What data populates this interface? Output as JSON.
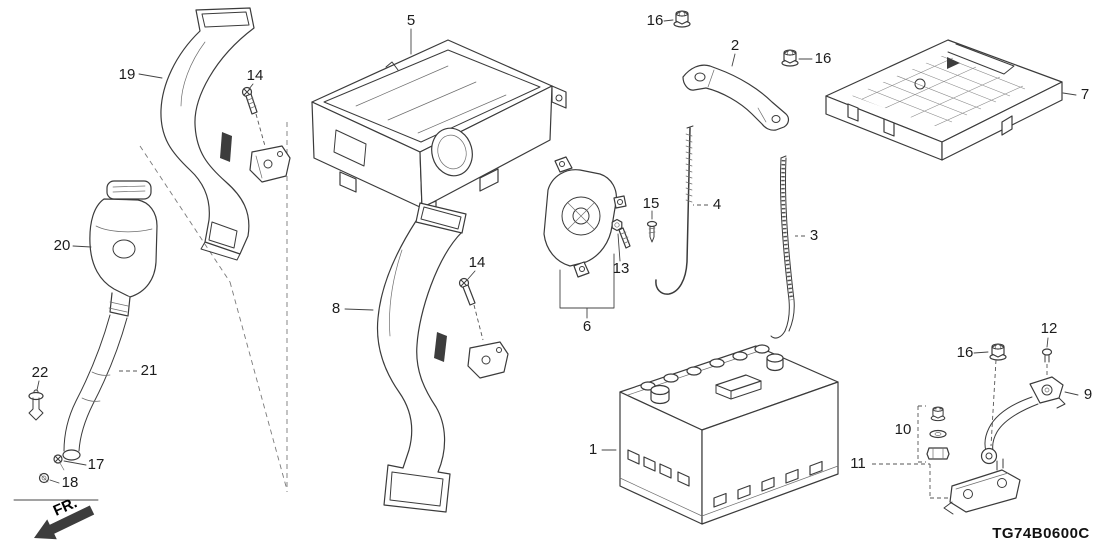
{
  "diagram": {
    "code": "TG74B0600C",
    "direction_label": "FR."
  },
  "callouts": {
    "1": "1",
    "2": "2",
    "3": "3",
    "4": "4",
    "5": "5",
    "6": "6",
    "7": "7",
    "8": "8",
    "9": "9",
    "10": "10",
    "11": "11",
    "12": "12",
    "13": "13",
    "14": "14",
    "15": "15",
    "16": "16",
    "17": "17",
    "18": "18",
    "19": "19",
    "20": "20",
    "21": "21",
    "22": "22"
  }
}
